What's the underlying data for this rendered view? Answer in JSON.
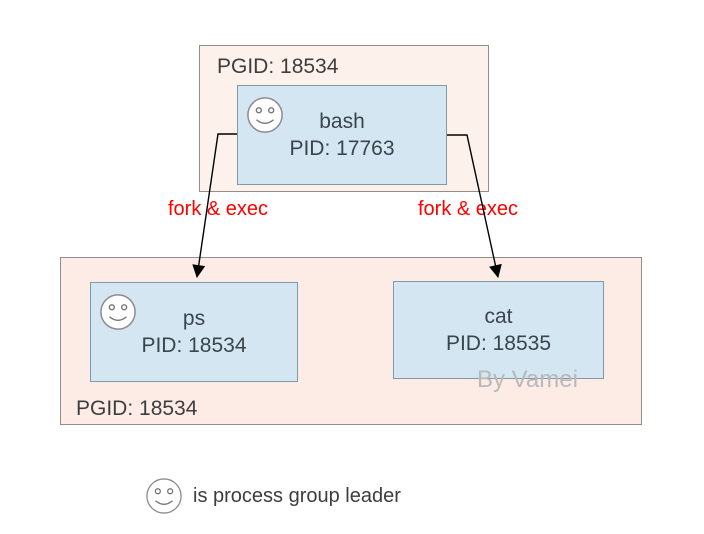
{
  "top_group": {
    "pgid_label": "PGID: 18534",
    "process": {
      "name": "bash",
      "pid_label": "PID: 17763",
      "is_leader": true
    }
  },
  "edges": [
    {
      "label": "fork & exec",
      "from": "bash",
      "to": "ps"
    },
    {
      "label": "fork & exec",
      "from": "bash",
      "to": "cat"
    }
  ],
  "bottom_group": {
    "pgid_label": "PGID: 18534",
    "processes": [
      {
        "name": "ps",
        "pid_label": "PID: 18534",
        "is_leader": true
      },
      {
        "name": "cat",
        "pid_label": "PID: 18535",
        "is_leader": false
      }
    ]
  },
  "watermark": "By Vamei",
  "legend": {
    "icon": "group-leader-smiley-icon",
    "text": "is process group leader"
  },
  "colors": {
    "group_fill_top": "#fdf1eb",
    "group_fill_bottom": "#fdece6",
    "group_border": "#8e8e8e",
    "process_fill": "#d3e6f2",
    "process_border": "#7e99a7",
    "edge_label": "#fe0000",
    "text": "#3d3d3d",
    "watermark": "#b9b9b9",
    "arrow": "#000000"
  }
}
